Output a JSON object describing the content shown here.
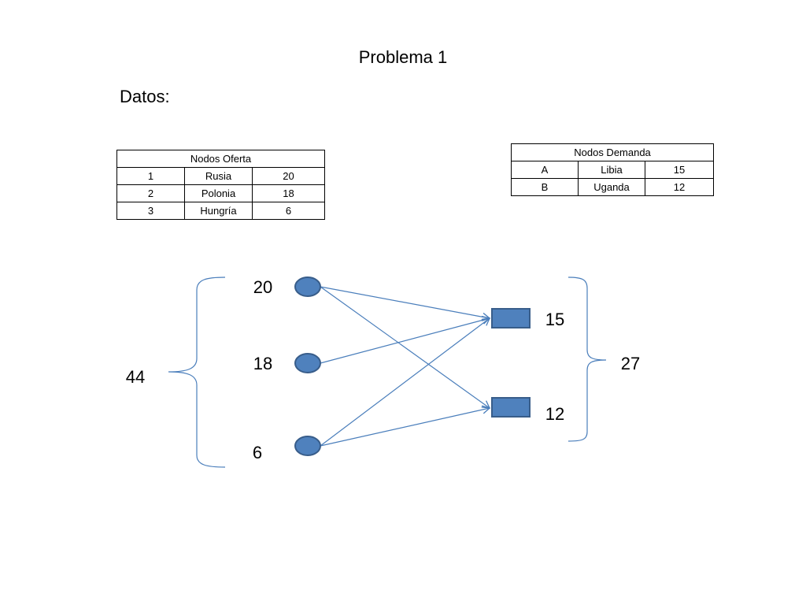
{
  "title": "Problema 1",
  "subtitle": "Datos:",
  "supply_table": {
    "header": "Nodos Oferta",
    "rows": [
      [
        "1",
        "Rusia",
        "20"
      ],
      [
        "2",
        "Polonia",
        "18"
      ],
      [
        "3",
        "Hungría",
        "6"
      ]
    ]
  },
  "demand_table": {
    "header": "Nodos Demanda",
    "rows": [
      [
        "A",
        "Libia",
        "15"
      ],
      [
        "B",
        "Uganda",
        "12"
      ]
    ]
  },
  "diagram": {
    "supply_nodes": [
      {
        "label": "20"
      },
      {
        "label": "18"
      },
      {
        "label": "6"
      }
    ],
    "demand_nodes": [
      {
        "label": "15"
      },
      {
        "label": "12"
      }
    ],
    "supply_total": "44",
    "demand_total": "27",
    "colors": {
      "node_fill": "#4f81bd",
      "node_stroke": "#385d8a",
      "edge": "#4a7ebb"
    }
  }
}
